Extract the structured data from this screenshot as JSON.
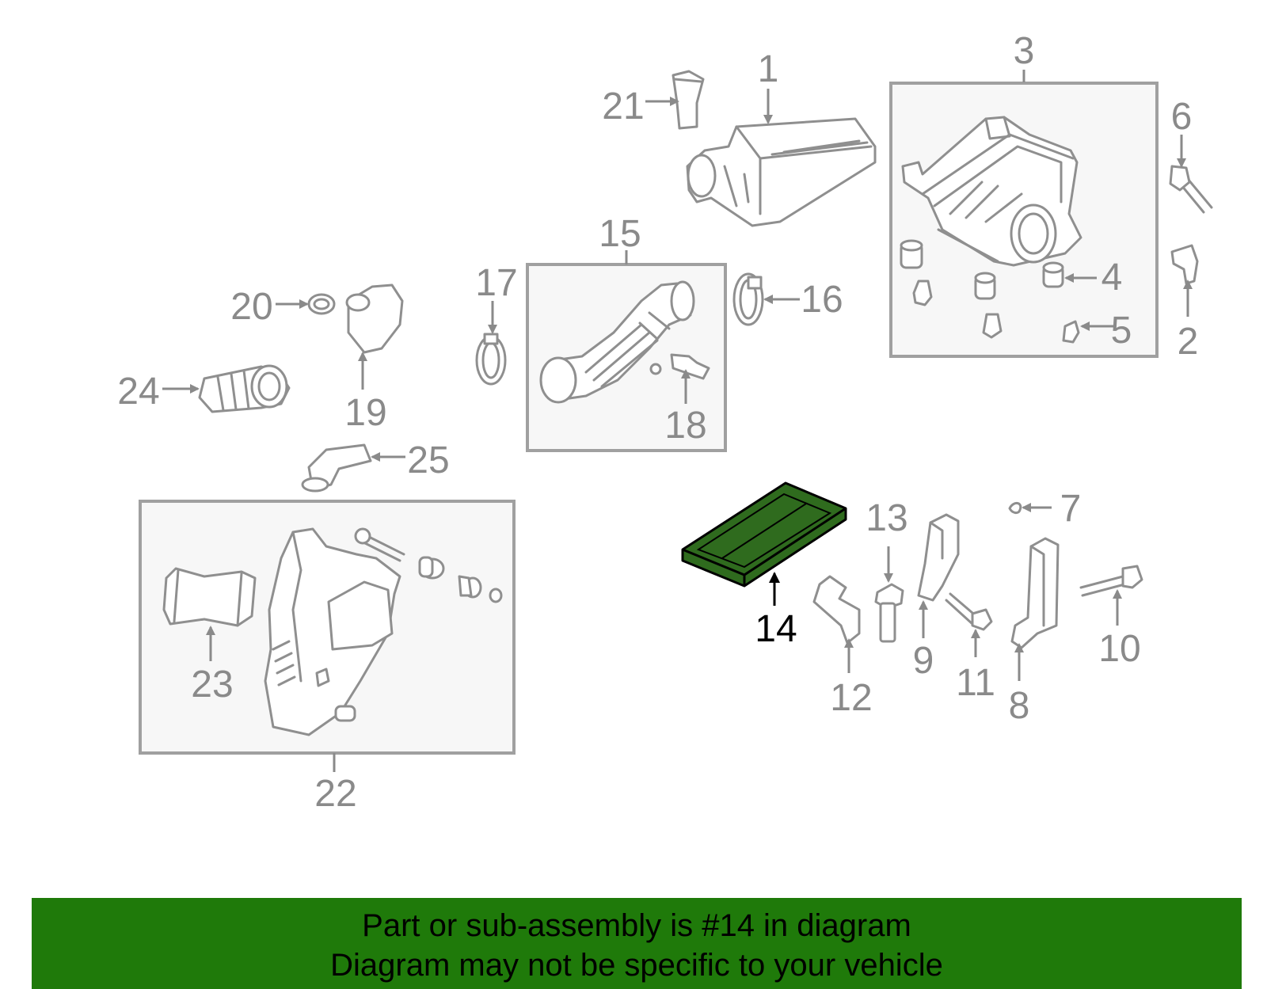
{
  "highlight_color": "#2f6b1e",
  "banner": {
    "background": "#1f7a0a",
    "line1": "Part or sub-assembly is #14 in diagram",
    "line2": "Diagram may not be specific to your vehicle"
  },
  "callouts": {
    "c1": "1",
    "c2": "2",
    "c3": "3",
    "c4": "4",
    "c5": "5",
    "c6": "6",
    "c7": "7",
    "c8": "8",
    "c9": "9",
    "c10": "10",
    "c11": "11",
    "c12": "12",
    "c13": "13",
    "c14": "14",
    "c15": "15",
    "c16": "16",
    "c17": "17",
    "c18": "18",
    "c19": "19",
    "c20": "20",
    "c21": "21",
    "c22": "22",
    "c23": "23",
    "c24": "24",
    "c25": "25"
  },
  "highlighted_part": "14"
}
